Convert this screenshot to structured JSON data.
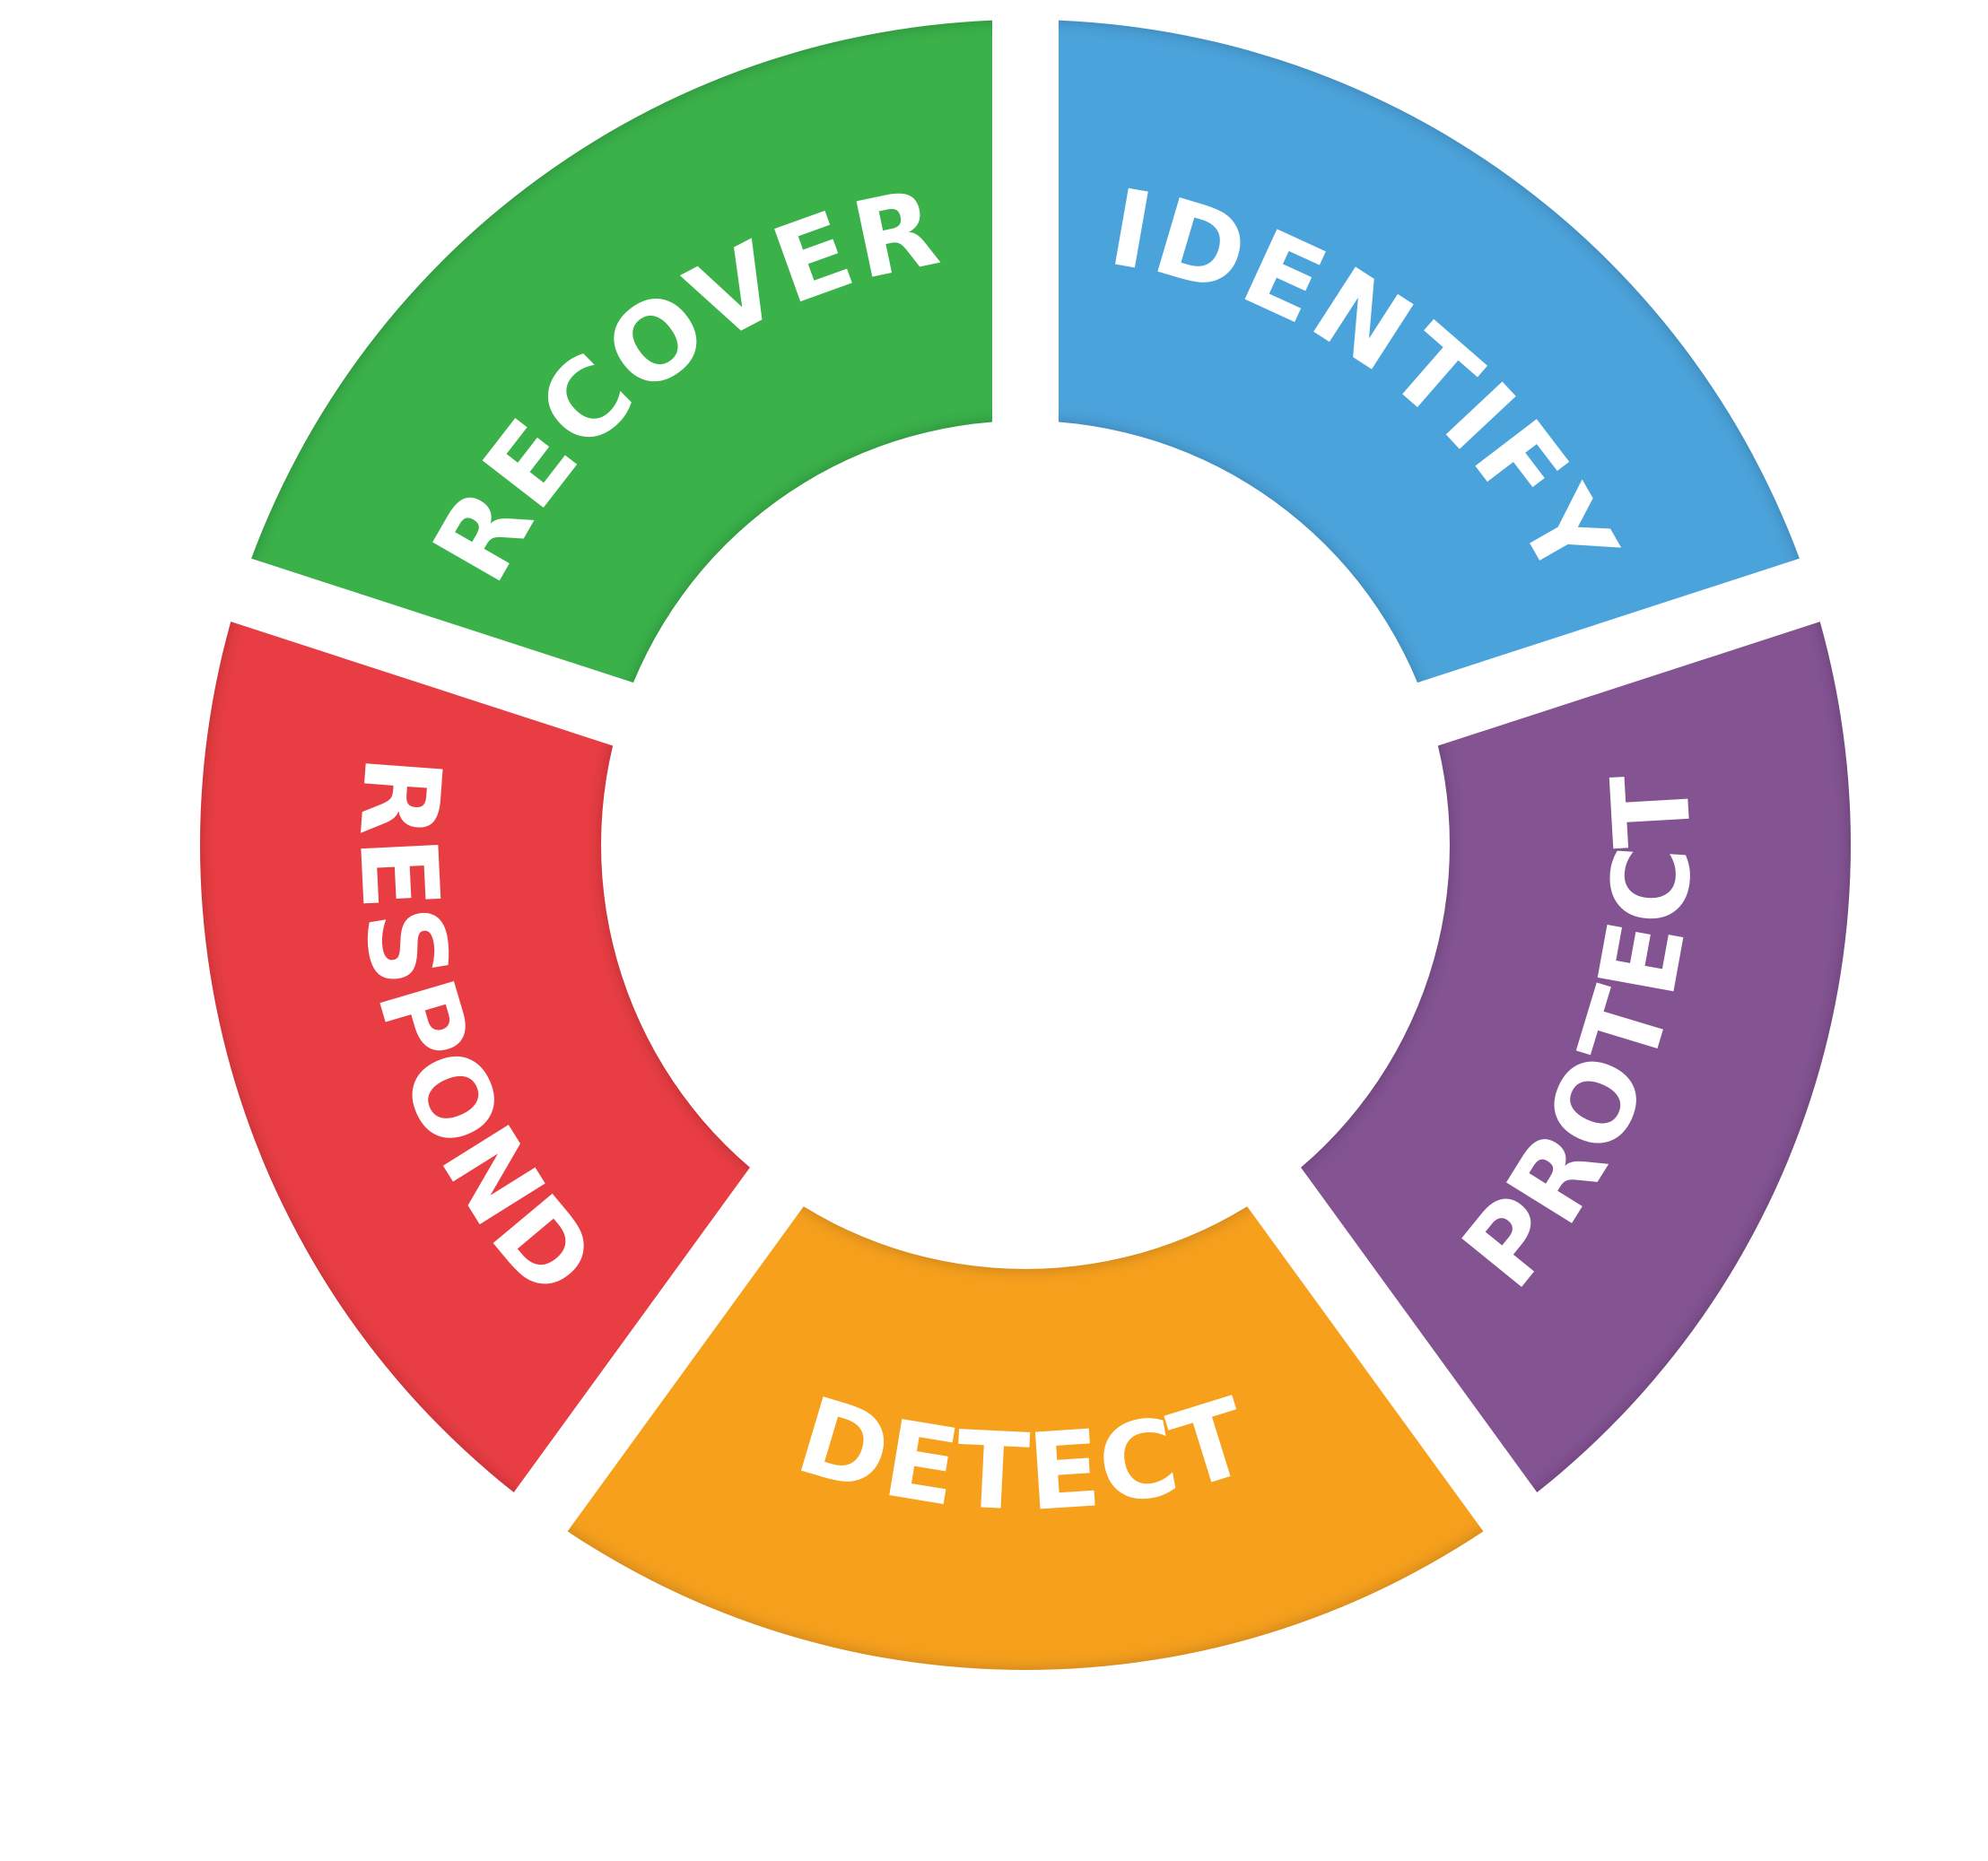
{
  "diagram": {
    "segments": [
      {
        "label": "IDENTIFY",
        "color": "#4BA3DB"
      },
      {
        "label": "PROTECT",
        "color": "#835392"
      },
      {
        "label": "DETECT",
        "color": "#F6A01E"
      },
      {
        "label": "RESPOND",
        "color": "#E83D43"
      },
      {
        "label": "RECOVER",
        "color": "#3AB14A"
      }
    ]
  }
}
